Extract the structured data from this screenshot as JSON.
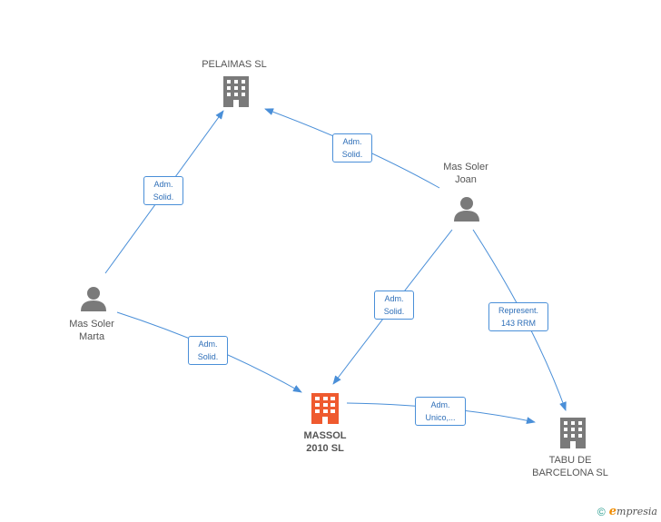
{
  "colors": {
    "edge": "#4a8fd8",
    "node_gray": "#7a7a7a",
    "node_focus": "#ef5a2f"
  },
  "nodes": {
    "pelaimas": {
      "label": "PELAIMAS SL",
      "icon": "building-icon"
    },
    "mas_soler_joan": {
      "label_line1": "Mas Soler",
      "label_line2": "Joan",
      "icon": "person-icon"
    },
    "mas_soler_marta": {
      "label_line1": "Mas Soler",
      "label_line2": "Marta",
      "icon": "person-icon"
    },
    "massol": {
      "label_line1": "MASSOL",
      "label_line2": "2010 SL",
      "icon": "building-icon"
    },
    "tabu": {
      "label_line1": "TABU DE",
      "label_line2": "BARCELONA SL",
      "icon": "building-icon"
    }
  },
  "edges": {
    "marta_pelaimas": {
      "line1": "Adm.",
      "line2": "Solid."
    },
    "joan_pelaimas": {
      "line1": "Adm.",
      "line2": "Solid."
    },
    "marta_massol": {
      "line1": "Adm.",
      "line2": "Solid."
    },
    "joan_massol": {
      "line1": "Adm.",
      "line2": "Solid."
    },
    "joan_tabu": {
      "line1": "Represent.",
      "line2": "143 RRM"
    },
    "massol_tabu": {
      "line1": "Adm.",
      "line2": "Unico,..."
    }
  },
  "footer": {
    "copyright_symbol": "©",
    "brand_initial": "e",
    "brand_rest": "mpresia"
  }
}
